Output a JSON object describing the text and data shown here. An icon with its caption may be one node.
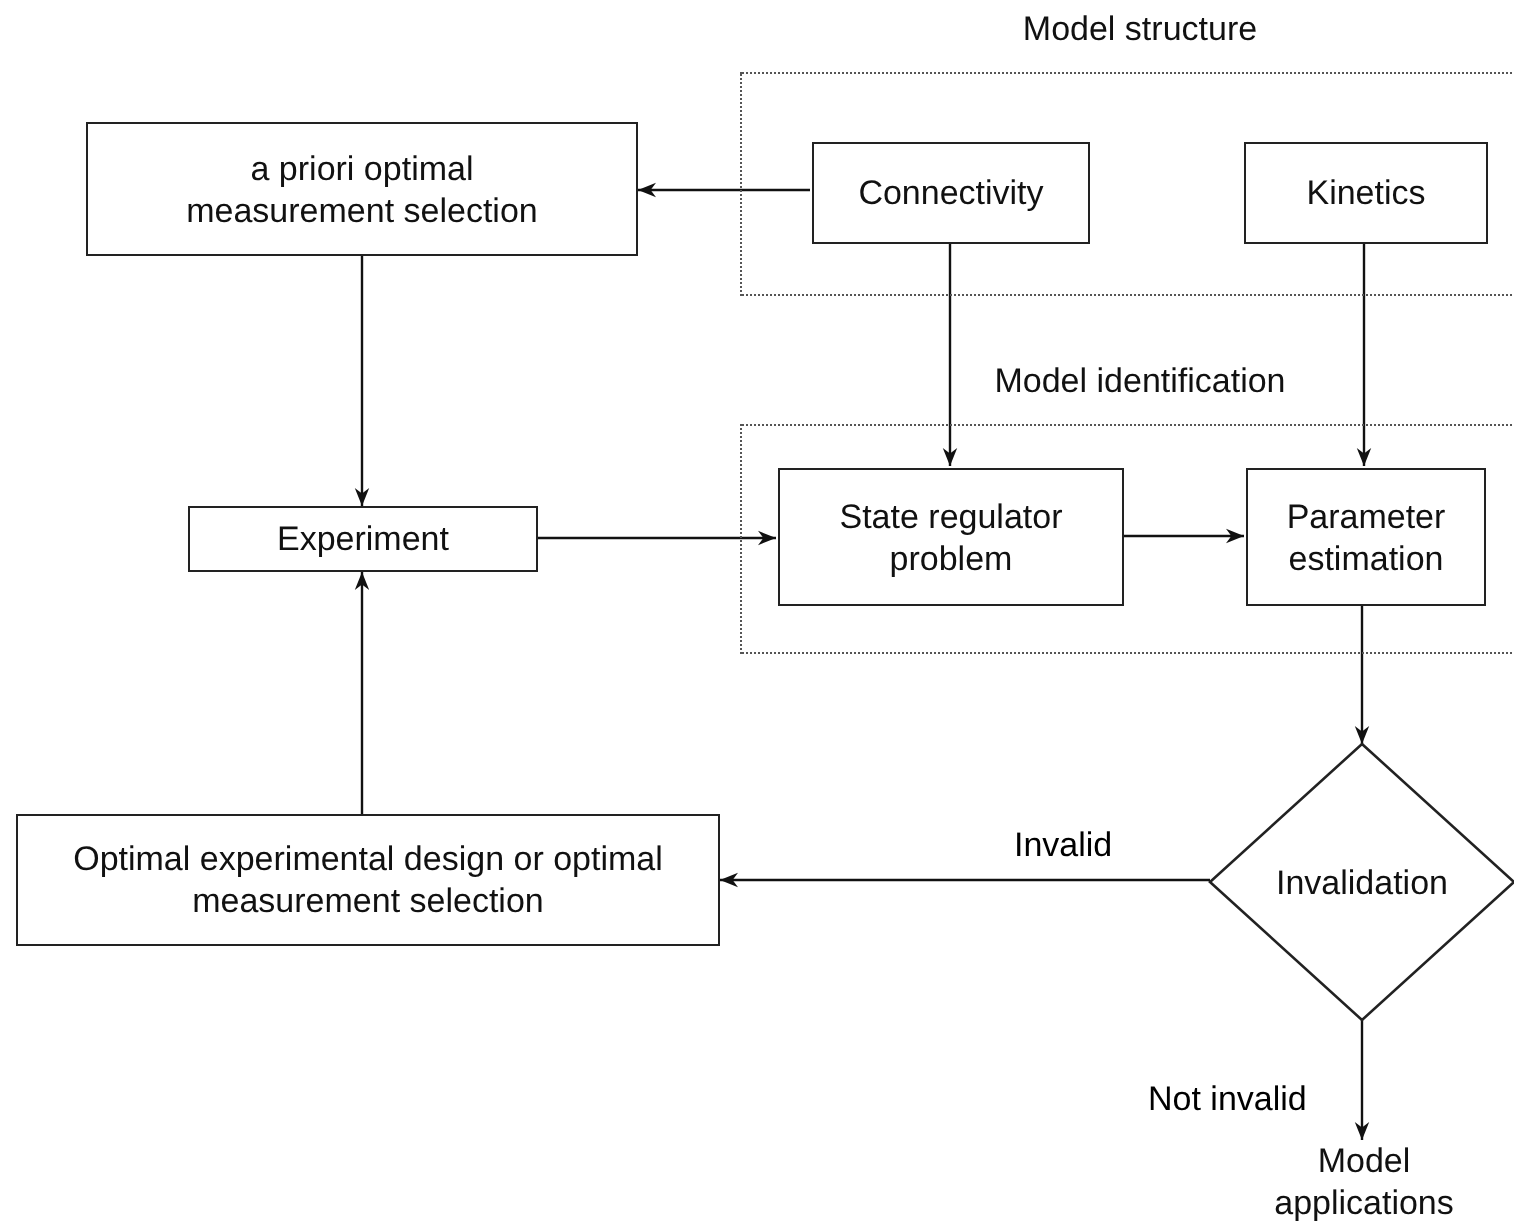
{
  "diagram": {
    "nodes": [
      {
        "text": [
          "Model structure"
        ]
      },
      {
        "text": [
          "Connectivity"
        ],
        "in": 0
      },
      {
        "text": [
          "Kinetics"
        ],
        "in": 0
      },
      {
        "text": [
          "a priori optimal measurement selection"
        ]
      },
      {
        "text": [
          "Model identification"
        ]
      },
      {
        "text": [
          "State regulator problem"
        ],
        "in": 4
      },
      {
        "text": [
          "Parameter estimation"
        ],
        "in": 4
      },
      {
        "text": [
          "Experiment"
        ]
      },
      {
        "text": [
          "Invalidation"
        ]
      },
      {
        "text": [
          "Optimal experimental design or optimal measurement selection"
        ]
      },
      {
        "text": [
          "Model applications"
        ]
      }
    ],
    "edges": [
      {
        "from": 1,
        "to": 3,
        "arrow": "to"
      },
      {
        "from": 3,
        "to": 7,
        "arrow": "to"
      },
      {
        "from": 1,
        "to": 5,
        "arrow": "to"
      },
      {
        "from": 2,
        "to": 6,
        "arrow": "to"
      },
      {
        "from": 7,
        "to": 5,
        "arrow": "to"
      },
      {
        "from": 5,
        "to": 6,
        "arrow": "to"
      },
      {
        "from": 6,
        "to": 8,
        "arrow": "to"
      },
      {
        "from": 8,
        "to": 9,
        "label": "Invalid",
        "arrow": "to"
      },
      {
        "from": 9,
        "to": 7,
        "arrow": "to"
      },
      {
        "from": 8,
        "to": 10,
        "label": "Not invalid",
        "arrow": "to"
      }
    ]
  }
}
